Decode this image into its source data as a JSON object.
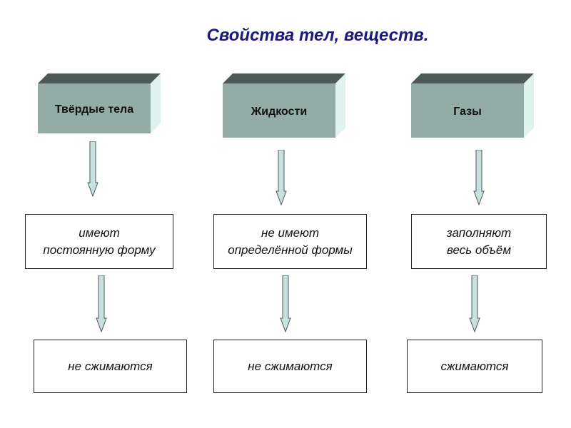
{
  "title": "Свойства тел, веществ.",
  "colors": {
    "title": "#1a1a7a",
    "block_front": "#93aca6",
    "block_top": "#4d5a58",
    "block_side": "#dff2ee",
    "arrow_fill": "#c8e0de",
    "arrow_stroke": "#4a5a58"
  },
  "columns": [
    {
      "category": "Твёрдые тела",
      "property": [
        "имеют",
        "постоянную форму"
      ],
      "compressibility": "не сжимаются"
    },
    {
      "category": "Жидкости",
      "property": [
        "не имеют",
        "определённой формы"
      ],
      "compressibility": "не сжимаются"
    },
    {
      "category": "Газы",
      "property": [
        "заполняют",
        "весь объём"
      ],
      "compressibility": "сжимаются"
    }
  ]
}
